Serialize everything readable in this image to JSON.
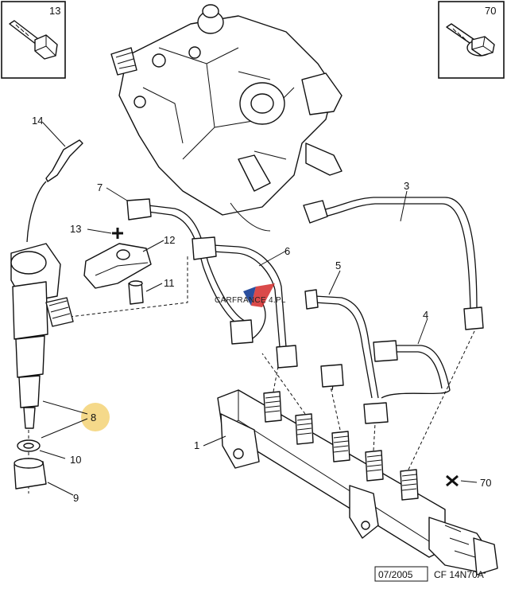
{
  "callouts": {
    "c1": "1",
    "c3": "3",
    "c4": "4",
    "c5": "5",
    "c6": "6",
    "c7": "7",
    "c8": "8",
    "c9": "9",
    "c10": "10",
    "c11": "11",
    "c12": "12",
    "c13": "13",
    "c14": "14",
    "c70": "70"
  },
  "boxes": {
    "left_label": "13",
    "right_label": "70"
  },
  "watermark": "CARFRANCE 4.PL",
  "footer": {
    "date": "07/2005",
    "code": "CF 14N70A"
  },
  "colors": {
    "highlight": "#f5d98a",
    "line": "#111111"
  }
}
